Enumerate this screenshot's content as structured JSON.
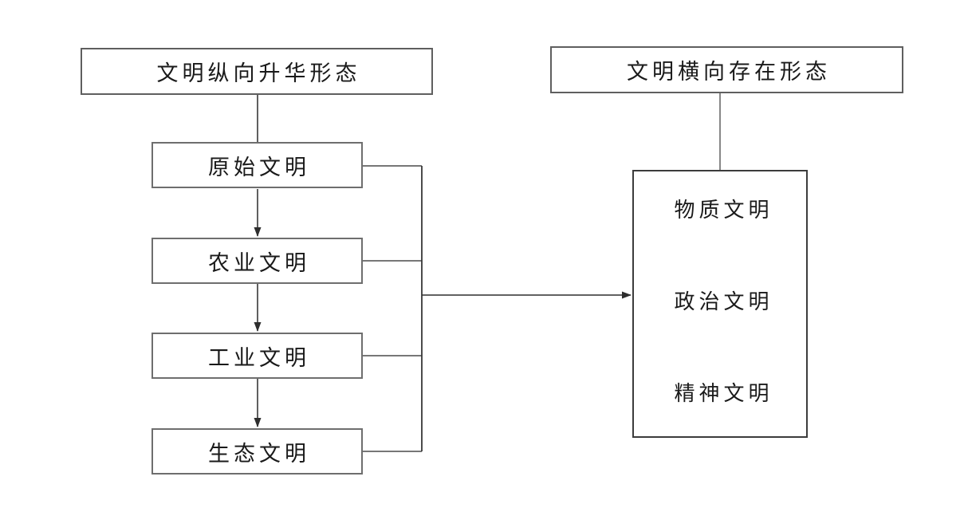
{
  "canvas": {
    "background_color": "#ffffff",
    "line_color": "#383838",
    "box_border_color": "#6e6e6e",
    "text_color": "#1a1a1a"
  },
  "left_column": {
    "header": "文明纵向升华形态",
    "stages": [
      {
        "label": "原始文明"
      },
      {
        "label": "农业文明"
      },
      {
        "label": "工业文明"
      },
      {
        "label": "生态文明"
      }
    ]
  },
  "right_column": {
    "header": "文明横向存在形态",
    "forms": [
      {
        "label": "物质文明"
      },
      {
        "label": "政治文明"
      },
      {
        "label": "精神文明"
      }
    ]
  },
  "connectors": {
    "stage_flow": "downward-arrows",
    "bus_to_forms": "rightward-arrow"
  }
}
